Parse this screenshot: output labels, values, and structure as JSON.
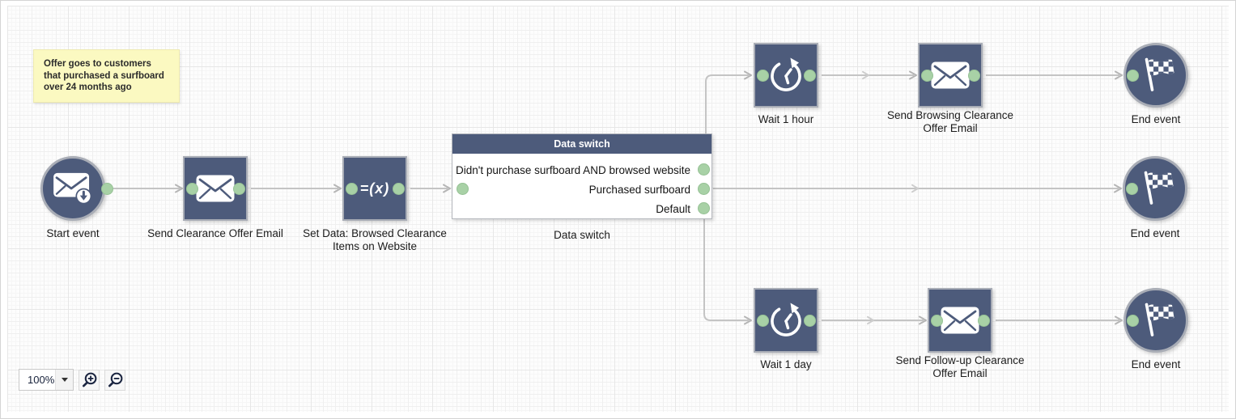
{
  "note": {
    "text": "Offer goes to customers that purchased a surfboard over 24 months ago"
  },
  "nodes": {
    "start": {
      "label": "Start event"
    },
    "send_clearance_offer_email": {
      "label": "Send Clearance Offer Email"
    },
    "set_data": {
      "label": "Set Data: Browsed Clearance Items on Website",
      "icon_text": "=(x)"
    },
    "wait_1_hour": {
      "label": "Wait 1 hour"
    },
    "send_browsing_clearance_offer_email": {
      "label": "Send Browsing Clearance Offer Email"
    },
    "end_top": {
      "label": "End event"
    },
    "end_middle": {
      "label": "End event"
    },
    "wait_1_day": {
      "label": "Wait 1 day"
    },
    "send_followup_clearance_offer_email": {
      "label": "Send Follow-up Clearance Offer Email"
    },
    "end_bottom": {
      "label": "End event"
    }
  },
  "data_switch": {
    "header": "Data switch",
    "label": "Data switch",
    "branches": [
      "Didn't purchase surfboard AND browsed website",
      "Purchased surfboard",
      "Default"
    ]
  },
  "zoom_toolbar": {
    "zoom_level": "100%"
  },
  "colors": {
    "node_fill": "#4d5b7b",
    "node_border": "#a9adb6",
    "port_green": "#a8d1a6",
    "connector": "#c4c4c4",
    "note_bg": "#fbf9c1"
  }
}
